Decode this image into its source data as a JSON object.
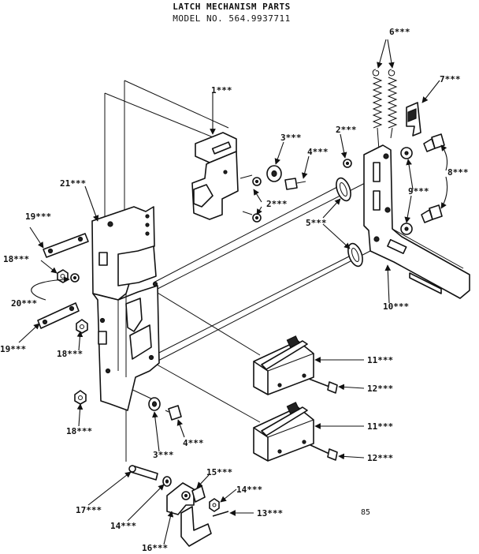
{
  "header": {
    "title": "LATCH MECHANISM PARTS",
    "model": "MODEL NO. 564.9937711"
  },
  "diagram_code": "85",
  "callouts": {
    "c1": "1***",
    "c2a": "2***",
    "c2b": "2***",
    "c3a": "3***",
    "c3b": "3***",
    "c4a": "4***",
    "c4b": "4***",
    "c5": "5***",
    "c6": "6***",
    "c7": "7***",
    "c8": "8***",
    "c9": "9***",
    "c10": "10***",
    "c11a": "11***",
    "c11b": "11***",
    "c12a": "12***",
    "c12b": "12***",
    "c13": "13***",
    "c14a": "14***",
    "c14b": "14***",
    "c15": "15***",
    "c16": "16***",
    "c17": "17***",
    "c18a": "18***",
    "c18b": "18***",
    "c18c": "18***",
    "c19a": "19***",
    "c19b": "19***",
    "c20": "20***",
    "c21": "21***"
  }
}
